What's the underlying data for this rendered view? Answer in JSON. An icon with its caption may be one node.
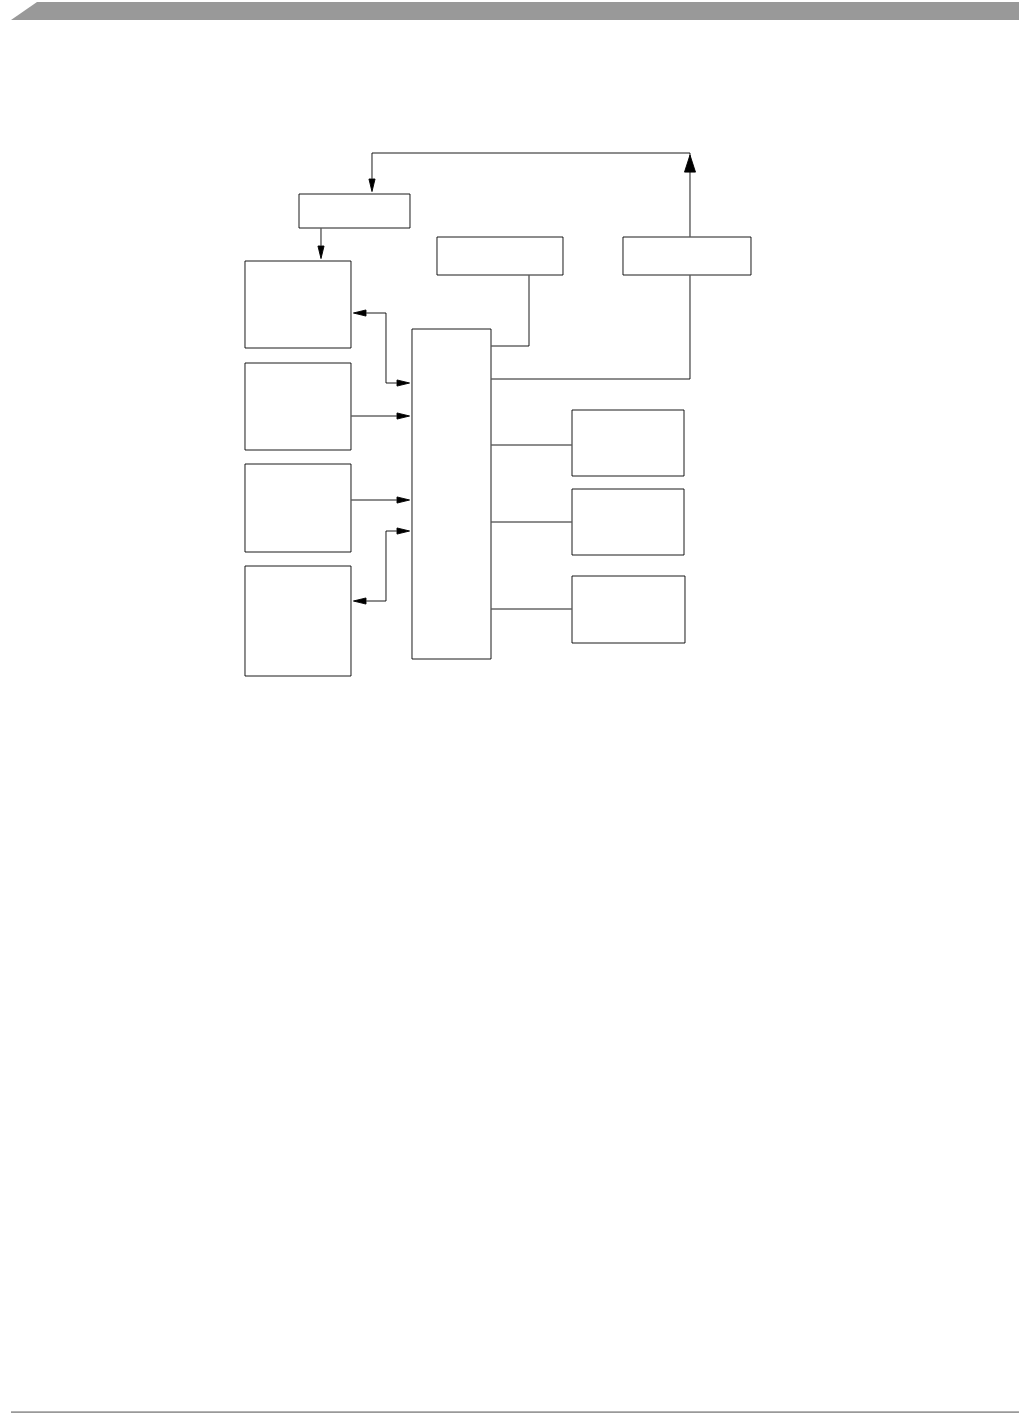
{
  "diagram": {
    "nodes": [
      {
        "text": [],
        "shape": "box"
      },
      {
        "text": [],
        "shape": "box"
      },
      {
        "text": [],
        "shape": "box"
      },
      {
        "text": [],
        "shape": "box"
      },
      {
        "text": [],
        "shape": "box"
      },
      {
        "text": [],
        "shape": "box"
      },
      {
        "text": [],
        "shape": "box"
      },
      {
        "text": [],
        "shape": "box"
      },
      {
        "text": [],
        "shape": "box"
      },
      {
        "text": [],
        "shape": "box"
      },
      {
        "text": [],
        "shape": "box"
      }
    ],
    "edges": [
      {
        "from": 2,
        "to": 0,
        "arrow": "to"
      },
      {
        "from": 4,
        "to": 2,
        "arrow": "none"
      },
      {
        "from": 1,
        "to": 4,
        "arrow": "none"
      },
      {
        "from": 0,
        "to": 3,
        "arrow": "to"
      },
      {
        "from": 3,
        "to": 4,
        "arrow": "both"
      },
      {
        "from": 5,
        "to": 4,
        "arrow": "to"
      },
      {
        "from": 7,
        "to": 4,
        "arrow": "to"
      },
      {
        "from": 10,
        "to": 4,
        "arrow": "both"
      },
      {
        "from": 4,
        "to": 6,
        "arrow": "none"
      },
      {
        "from": 4,
        "to": 8,
        "arrow": "none"
      },
      {
        "from": 4,
        "to": 9,
        "arrow": "none"
      }
    ]
  }
}
